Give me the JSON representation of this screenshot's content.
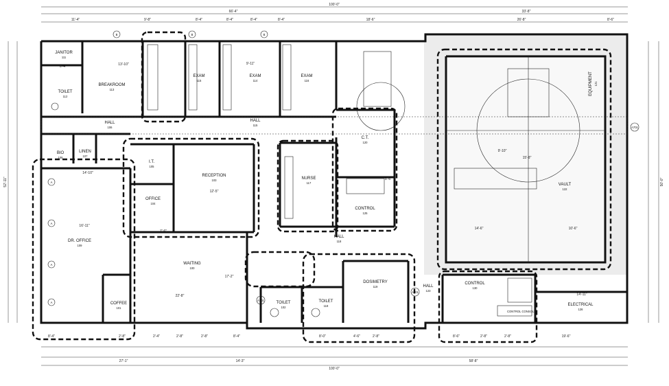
{
  "drawing": {
    "overall_top": "100'-0\"",
    "overall_bottom": "100'-0\"",
    "left_top_total": "66'-4\"",
    "right_top_total": "33'-8\"",
    "left_side_total": "52'-11\"",
    "right_side_total": "50'-0\"",
    "bottom_left_total": "27'-1\"",
    "bottom_mid_total": "14'-3\"",
    "bottom_right_total": "58'-8\"",
    "top_sub_dims": [
      "11'-4\"",
      "9'-8\"",
      "8'-4\"",
      "8'-4\"",
      "8'-4\"",
      "8'-4\"",
      "18'-6\"",
      "26'-8\"",
      "8'-6\""
    ],
    "bottom_sub_dims": [
      "8'-4\"",
      "2'-8\"",
      "2'-4\"",
      "2'-8\"",
      "2'-8\"",
      "8'-4\"",
      "8'-0\"",
      "4'-6\"",
      "2'-8\"",
      "8'-6\"",
      "2'-8\"",
      "2'-8\"",
      "19'-6\""
    ],
    "misc_dims": [
      "13'-10\"",
      "14'-10\"",
      "12'-5\"",
      "16'-11\"",
      "22'-8\"",
      "14'-6\"",
      "10'-6\"",
      "14'-11\"",
      "9'-10\"",
      "15'-8\"",
      "17'-2\"",
      "8'-6\"",
      "7'-6\"",
      "9'-11\"",
      "8'-4\""
    ]
  },
  "rooms": [
    {
      "id": "janitor",
      "name": "JANITOR",
      "num": "111"
    },
    {
      "id": "toilet-112",
      "name": "TOILET",
      "num": "112"
    },
    {
      "id": "breakroom",
      "name": "BREAKROOM",
      "num": "113"
    },
    {
      "id": "exam-115",
      "name": "EXAM",
      "num": "115"
    },
    {
      "id": "exam-114",
      "name": "EXAM",
      "num": "114"
    },
    {
      "id": "exam-116",
      "name": "EXAM",
      "num": "116"
    },
    {
      "id": "hall-106",
      "name": "HALL",
      "num": "106"
    },
    {
      "id": "hall-115",
      "name": "HALL",
      "num": "115"
    },
    {
      "id": "ct",
      "name": "C.T.",
      "num": "120"
    },
    {
      "id": "vault",
      "name": "VAULT",
      "num": "122"
    },
    {
      "id": "equipment",
      "name": "EQUIPMENT",
      "num": "121"
    },
    {
      "id": "bio",
      "name": "BIO",
      "num": "108"
    },
    {
      "id": "linen",
      "name": "LINEN",
      "num": "107"
    },
    {
      "id": "it",
      "name": "I.T.",
      "num": "105"
    },
    {
      "id": "reception",
      "name": "RECEPTION",
      "num": "103"
    },
    {
      "id": "office",
      "name": "OFFICE",
      "num": "104"
    },
    {
      "id": "nurse",
      "name": "NURSE",
      "num": "117"
    },
    {
      "id": "control-125",
      "name": "CONTROL",
      "num": "125"
    },
    {
      "id": "hall-118",
      "name": "HALL",
      "num": "118"
    },
    {
      "id": "dr-office",
      "name": "DR. OFFICE",
      "num": "109"
    },
    {
      "id": "waiting",
      "name": "WAITING",
      "num": "100"
    },
    {
      "id": "coffee",
      "name": "COFFEE",
      "num": "101"
    },
    {
      "id": "toilet-102",
      "name": "TOILET",
      "num": "102"
    },
    {
      "id": "toilet-118",
      "name": "TOILET",
      "num": "118"
    },
    {
      "id": "dosimetry",
      "name": "DOSIMETRY",
      "num": "119"
    },
    {
      "id": "hall-123",
      "name": "HALL",
      "num": "123"
    },
    {
      "id": "control-130",
      "name": "CONTROL",
      "num": "130"
    },
    {
      "id": "electrical",
      "name": "ELECTRICAL",
      "num": "126"
    }
  ],
  "gridline_marks": [
    "A",
    "B"
  ],
  "section_tag": "A701",
  "control_note": "CONTROL CONSOLE"
}
